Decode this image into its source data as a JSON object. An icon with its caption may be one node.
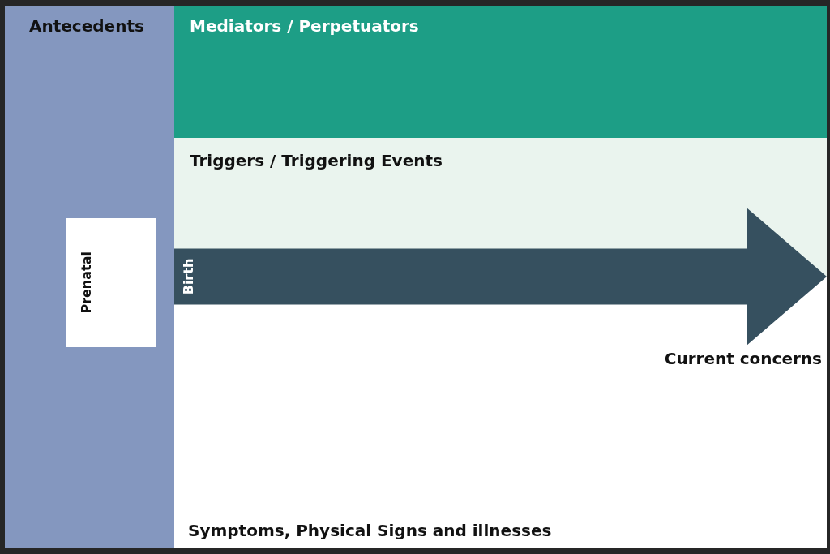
{
  "diagram": {
    "nodes": [
      {
        "text": [
          "Antecedents"
        ]
      },
      {
        "text": [
          "Mediators / Perpetuators"
        ]
      },
      {
        "text": [
          "Triggers / Triggering Events"
        ]
      },
      {
        "text": [
          "Symptoms, Physical Signs and illnesses"
        ]
      },
      {
        "text": [
          "Prenatal"
        ],
        "in": 0
      },
      {
        "text": [
          "Birth"
        ],
        "beside": [
          "Current concerns"
        ]
      }
    ]
  }
}
